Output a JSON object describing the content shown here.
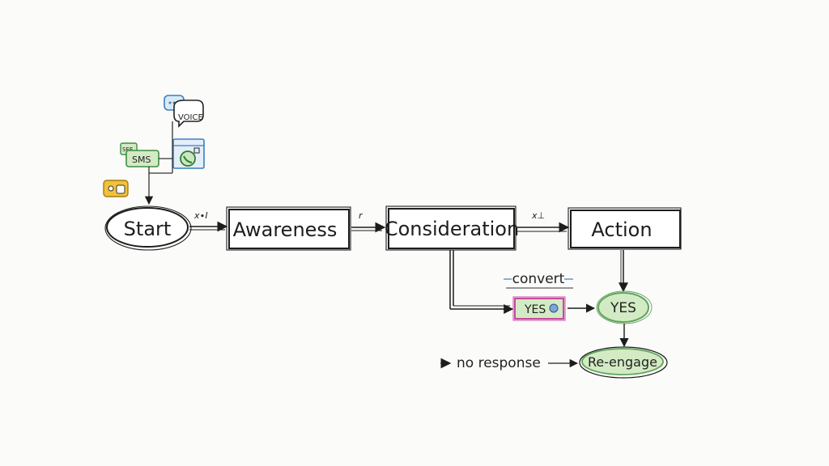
{
  "diagram": {
    "nodes": {
      "start": "Start",
      "awareness": "Awareness",
      "consideration": "Consideration",
      "action": "Action",
      "yes_box": "YES",
      "yes_oval": "YES",
      "reengage": "Re-engage"
    },
    "edge_labels": {
      "start_awareness": "x∙I",
      "awareness_consideration": "r",
      "consideration_action": "x⊥",
      "convert": "convert",
      "no_response": "no response"
    },
    "channels": {
      "voice": "VOICE",
      "sms": "SMS",
      "sms_small": "SEE"
    },
    "colors": {
      "ink": "#1d1d1d",
      "green_fill": "#d3ebc4",
      "green_stroke": "#5fa35a",
      "magenta": "#c2399a",
      "blue": "#3b7fbf",
      "yellow": "#f0c23b"
    }
  }
}
